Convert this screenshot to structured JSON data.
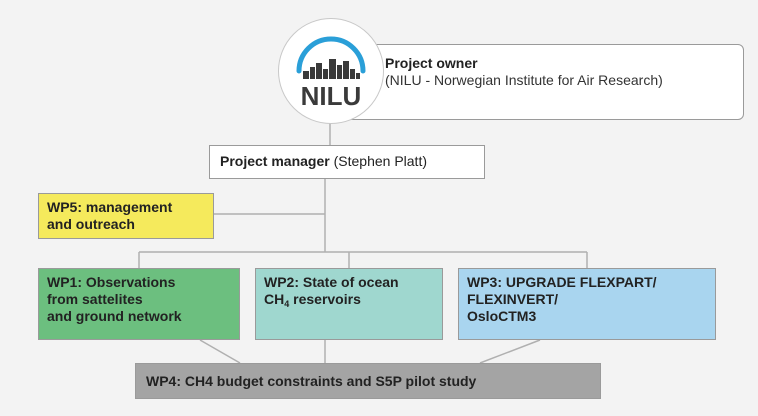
{
  "logo": {
    "text": "NILU",
    "arc_color": "#2a9fd8",
    "city_color": "#3a3a3a"
  },
  "owner": {
    "title": "Project owner",
    "subtitle": "(NILU - Norwegian Institute for Air Research)"
  },
  "manager": {
    "label": "Project manager",
    "name": "(Stephen Platt)"
  },
  "wp5": {
    "line1": "WP5: management",
    "line2": "and outreach",
    "color": "#f5ea5c"
  },
  "wp1": {
    "line1": "WP1: Observations",
    "line2": "from sattelites",
    "line3": "and ground network",
    "color": "#6cbf7f"
  },
  "wp2": {
    "line1": "WP2: State of ocean",
    "line2_prefix": "CH",
    "line2_sub": "4",
    "line2_suffix": " reservoirs",
    "color": "#9fd7cf"
  },
  "wp3": {
    "line1": "WP3: UPGRADE FLEXPART/",
    "line2": "FLEXINVERT/",
    "line3": "OsloCTM3",
    "color": "#a9d5ef"
  },
  "wp4": {
    "label": "WP4: CH4 budget constraints and S5P pilot study",
    "color": "#a4a4a4"
  }
}
